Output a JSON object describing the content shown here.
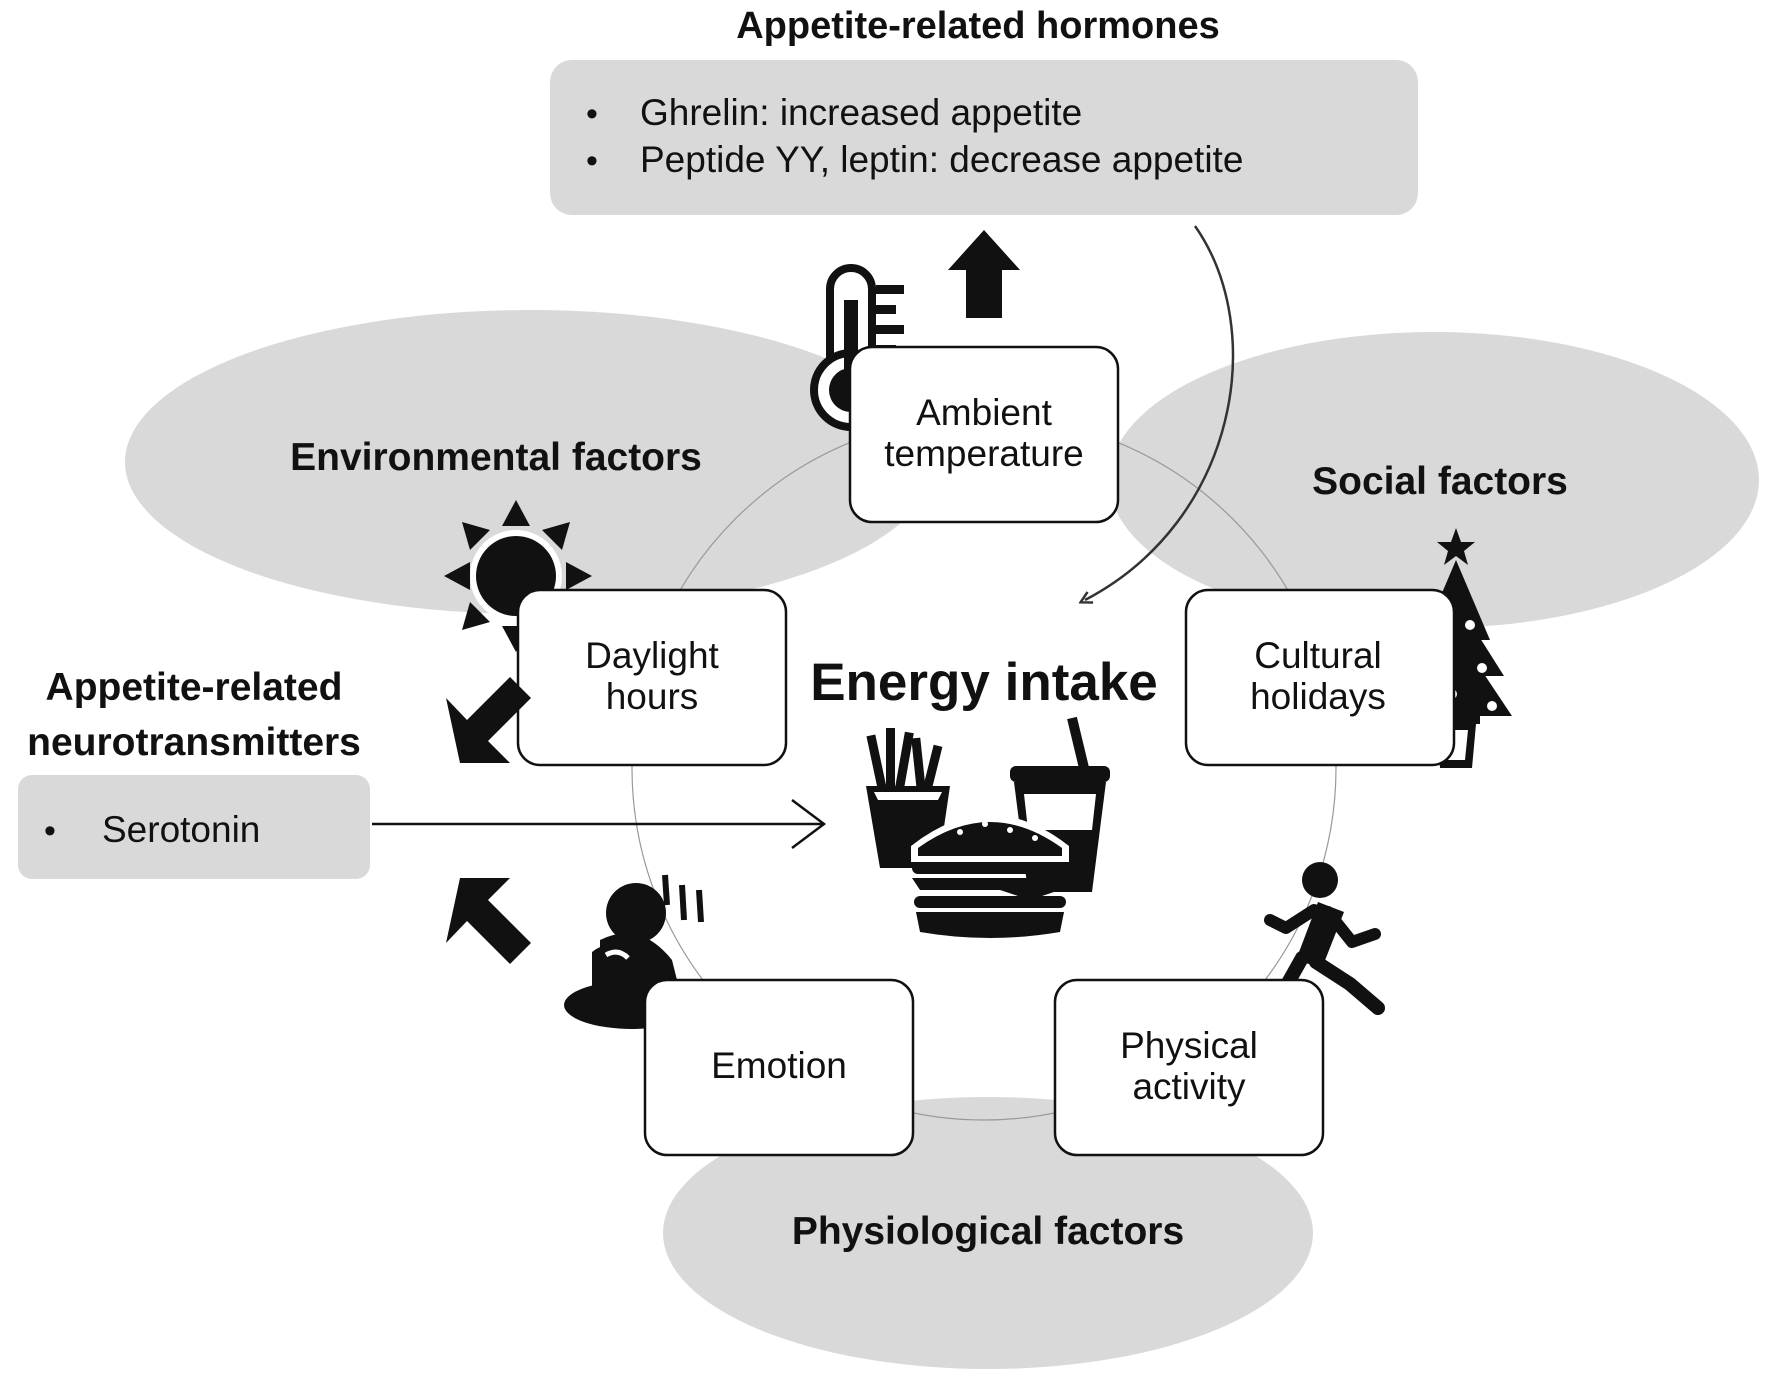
{
  "center": {
    "label": "Energy intake"
  },
  "hormones": {
    "title": "Appetite-related hormones",
    "items": [
      "Ghrelin: increased appetite",
      "Peptide YY, leptin: decrease appetite"
    ]
  },
  "neurotransmitters": {
    "title_line1": "Appetite-related",
    "title_line2": "neurotransmitters",
    "items": [
      "Serotonin"
    ]
  },
  "categories": {
    "environmental": "Environmental factors",
    "social": "Social factors",
    "physiological": "Physiological factors"
  },
  "factors": {
    "ambient_temperature": [
      "Ambient",
      "temperature"
    ],
    "daylight_hours": [
      "Daylight",
      "hours"
    ],
    "cultural_holidays": [
      "Cultural",
      "holidays"
    ],
    "emotion": [
      "Emotion"
    ],
    "physical_activity": [
      "Physical",
      "activity"
    ]
  },
  "bullet": "•",
  "icons": [
    "thermometer-icon",
    "sun-icon",
    "christmas-tree-icon",
    "fast-food-icon",
    "sad-person-icon",
    "running-person-icon",
    "arrow-up-icon",
    "arrow-down-left-icon",
    "arrow-up-left-icon"
  ]
}
